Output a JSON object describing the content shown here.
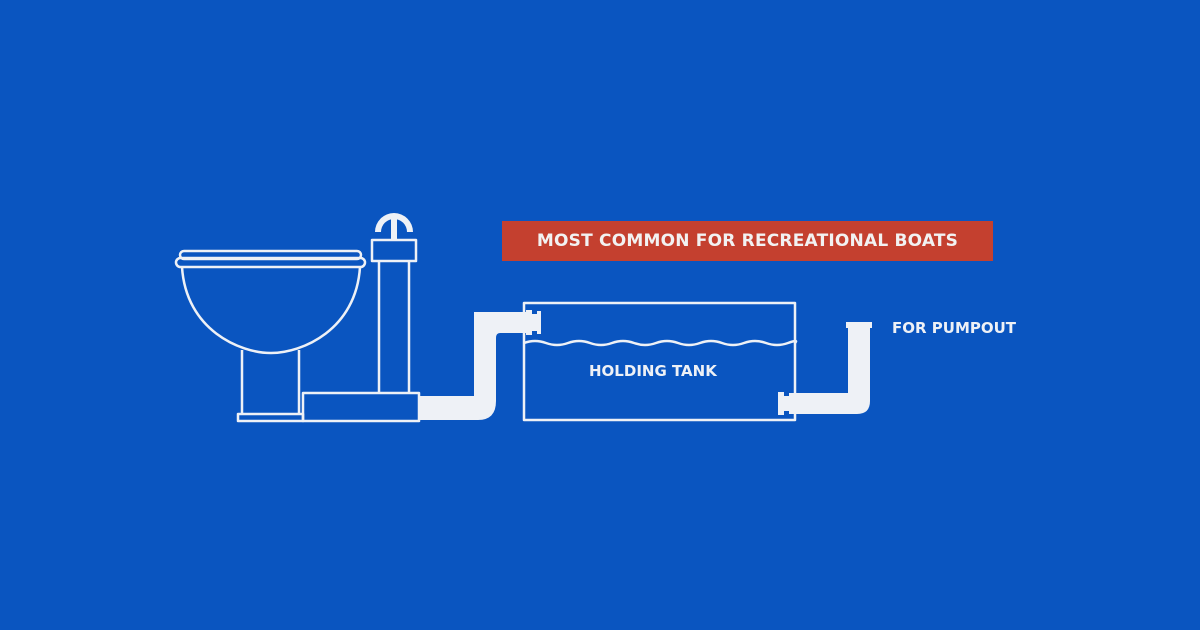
{
  "colors": {
    "background": "#0a55c0",
    "line": "#eef1f6",
    "pipe_fill": "#eef1f6",
    "banner_bg": "#c4402f",
    "banner_text": "#f2f2f2"
  },
  "banner": {
    "text": "MOST COMMON FOR RECREATIONAL BOATS"
  },
  "diagram": {
    "components": [
      {
        "id": "toilet",
        "type": "marine-toilet-bowl"
      },
      {
        "id": "hand-pump",
        "type": "pump-handle-column"
      },
      {
        "id": "inlet-pipe",
        "type": "s-bend-pipe"
      },
      {
        "id": "holding-tank",
        "type": "tank",
        "label": "HOLDING TANK"
      },
      {
        "id": "pumpout-pipe",
        "type": "elbow-pipe",
        "label": "FOR PUMPOUT"
      }
    ],
    "labels": {
      "tank": "HOLDING TANK",
      "pumpout": "FOR PUMPOUT"
    }
  }
}
